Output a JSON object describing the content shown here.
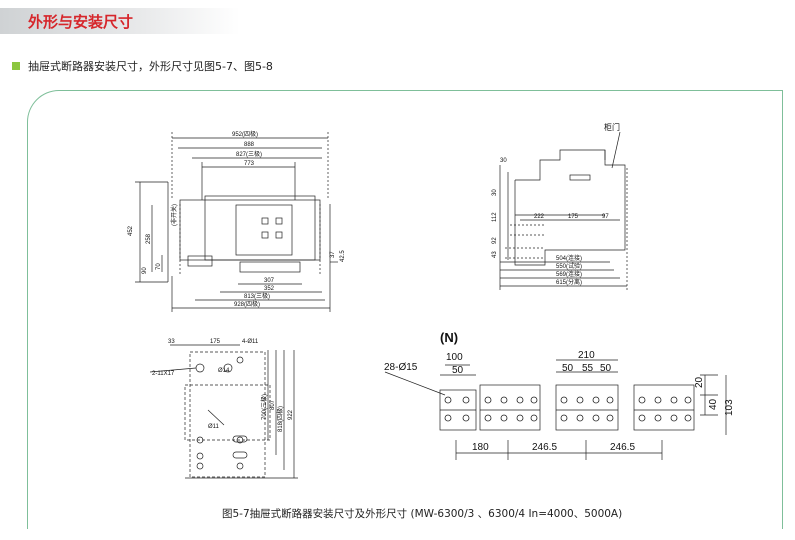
{
  "header": {
    "title": "外形与安装尺寸"
  },
  "section": {
    "subtitle": "抽屉式断路器安装尺寸，外形尺寸见图5-7、图5-8"
  },
  "caption": "图5-7抽屉式断路器安装尺寸及外形尺寸 (MW-6300/3 、6300/4 In=4000、5000A)",
  "front_view": {
    "dims_top": [
      "952(四极)",
      "888",
      "827(三极)",
      "773"
    ],
    "dims_left": [
      "452",
      "258",
      "70",
      "90"
    ],
    "dims_right": [
      "37",
      "42.5"
    ],
    "dims_bottom": [
      "307",
      "352",
      "813(三极)",
      "928(四极)"
    ],
    "left_label": "(非开关)"
  },
  "side_view": {
    "door_label": "柜门",
    "dims_left": [
      "30",
      "30",
      "112",
      "92",
      "43"
    ],
    "dims_mid": [
      "222",
      "175",
      "97"
    ],
    "dims_bottom": [
      "504(连接)",
      "550(试验)",
      "569(连接)",
      "615(分离)"
    ]
  },
  "plan_view": {
    "dims_top": [
      "33",
      "175",
      "4-Ø11"
    ],
    "labels": [
      "2-11X17",
      "Ø14",
      "Ø11"
    ],
    "dims_right": [
      "700(三极)",
      "807",
      "818(四极)",
      "922"
    ]
  },
  "terminal_view": {
    "label_N": "(N)",
    "hole": "28-Ø15",
    "dims_left": [
      "100",
      "50"
    ],
    "dims_mid": [
      "210",
      "50",
      "55",
      "50"
    ],
    "dims_right": [
      "20",
      "40",
      "103"
    ],
    "dims_bottom": [
      "180",
      "246.5",
      "246.5"
    ]
  }
}
